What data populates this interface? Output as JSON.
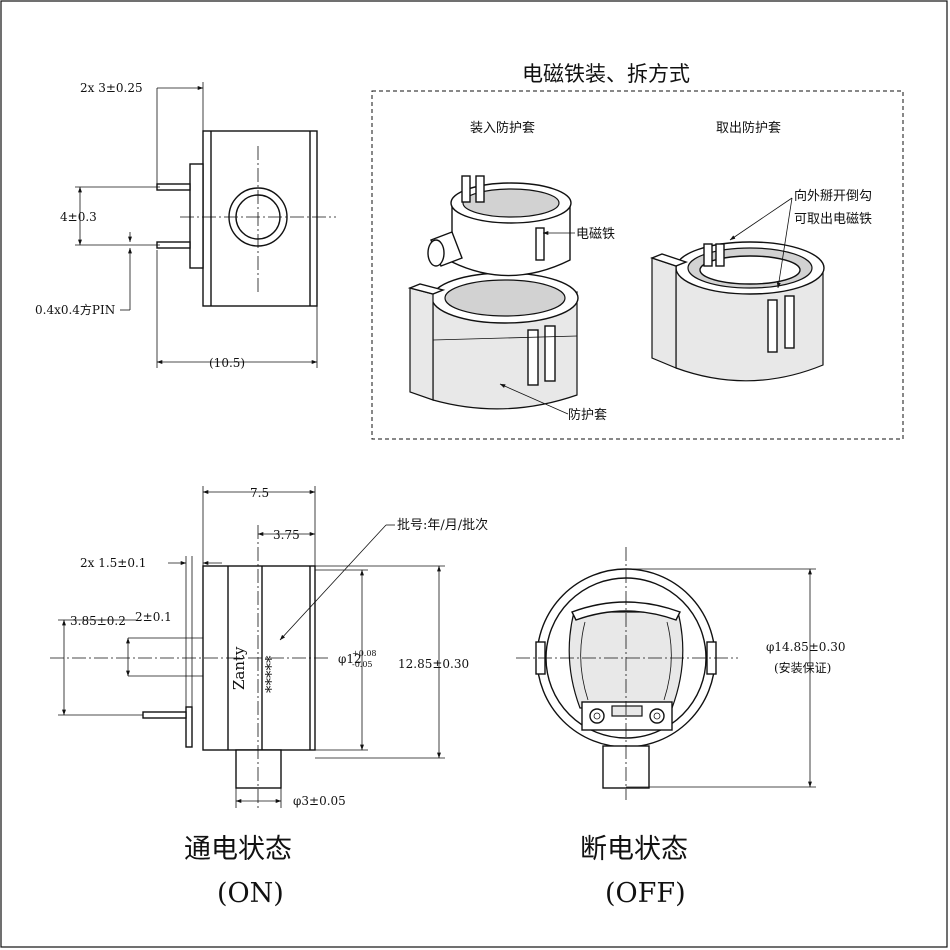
{
  "frame_title": "电磁铁装、拆方式",
  "install_label": "装入防护套",
  "remove_label": "取出防护套",
  "callouts": {
    "electromagnet": "电磁铁",
    "sleeve": "防护套",
    "outward_line1": "向外掰开倒勾",
    "outward_line2": "可取出电磁铁",
    "batch": "批号:年/月/批次"
  },
  "top_dims": {
    "pin_offset": "2x 3±0.25",
    "pin_spacing": "4±0.3",
    "pin_size": "0.4x0.4方PIN",
    "length": "(10.5)"
  },
  "side_dims": {
    "width": "7.5",
    "half_width": "3.75",
    "pin_setback": "2x 1.5±0.1",
    "pin_pos": "3.85±0.2",
    "pin_gap": "2±0.1",
    "dia_main": "φ12",
    "dia_tol_plus": "+0.08",
    "dia_tol_minus": "-0.05",
    "height": "12.85±0.30",
    "plunger": "φ3±0.05"
  },
  "body_marking": {
    "brand": "Zanty",
    "batch_code": "*****"
  },
  "off_view": {
    "dia": "φ14.85±0.30",
    "dia_note": "(安装保证)"
  },
  "states": {
    "on_title": "通电状态",
    "on_sub": "(ON)",
    "off_title": "断电状态",
    "off_sub": "(OFF)"
  }
}
